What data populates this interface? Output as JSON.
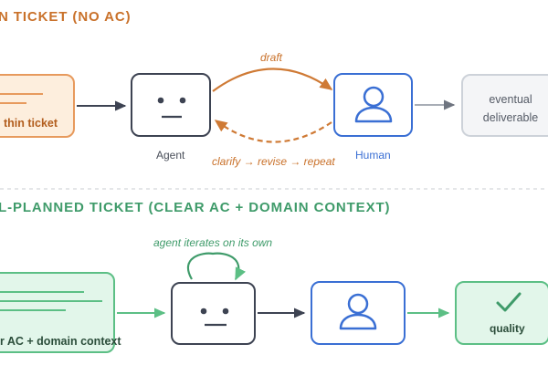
{
  "sections": {
    "top_heading": "N TICKET (NO AC)",
    "bottom_heading": "L-PLANNED TICKET (CLEAR AC + DOMAIN CONTEXT)"
  },
  "top_flow": {
    "ticket_label": "thin ticket",
    "agent_label": "Agent",
    "human_label": "Human",
    "draft_label": "draft",
    "loop_label": "clarify → revise → repeat",
    "deliverable_line1": "eventual",
    "deliverable_line2": "deliverable"
  },
  "bottom_flow": {
    "ticket_label": "r AC + domain context",
    "iterate_label": "agent iterates on its own",
    "quality_label": "quality"
  },
  "icons": {
    "agent_face": "robot-face-icon",
    "human": "person-icon",
    "quality": "checkmark-icon"
  },
  "colors": {
    "orange": "#c9712a",
    "orange_arrow": "#cf7a35",
    "green": "#3f9b6a",
    "green_arrow": "#5cbf85",
    "dark": "#3d4352",
    "blue": "#3a6fd4",
    "gray": "#a8adb6"
  }
}
